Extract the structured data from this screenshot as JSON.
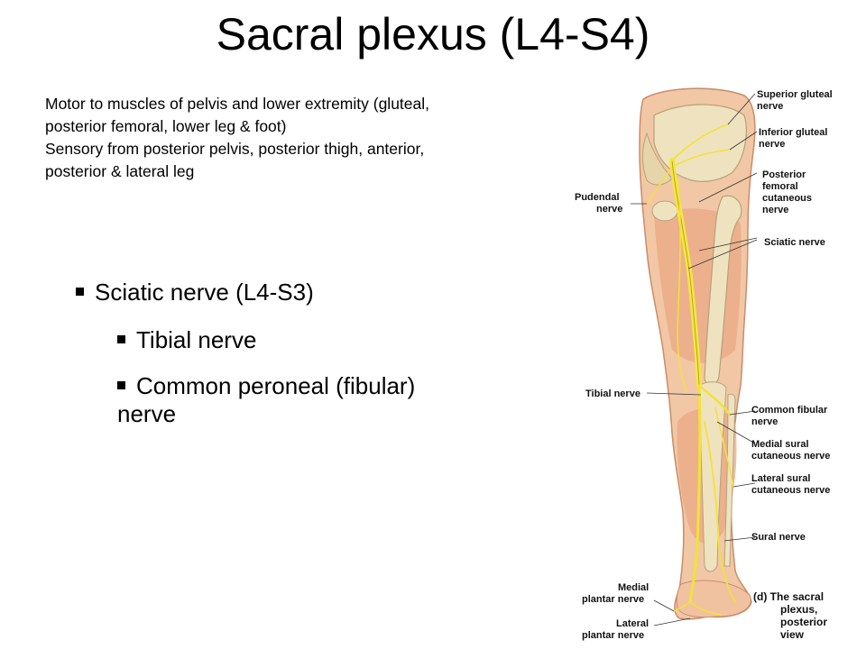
{
  "slide": {
    "title": "Sacral plexus (L4-S4)",
    "intro_lines": [
      "Motor to muscles of pelvis and lower extremity (gluteal,",
      "posterior femoral, lower leg & foot)",
      "Sensory from posterior pelvis, posterior thigh, anterior,",
      "posterior & lateral leg"
    ],
    "bullets": {
      "level1": "Sciatic nerve (L4-S3)",
      "level2": [
        "Tibial nerve",
        "Common peroneal (fibular)",
        "nerve"
      ]
    }
  },
  "figure": {
    "labels": {
      "superior_gluteal": [
        "Superior gluteal",
        "nerve"
      ],
      "inferior_gluteal": [
        "Inferior gluteal",
        "nerve"
      ],
      "posterior_femoral": [
        "Posterior",
        "femoral",
        "cutaneous",
        "nerve"
      ],
      "pudendal": [
        "Pudendal",
        "nerve"
      ],
      "sciatic": [
        "Sciatic nerve"
      ],
      "tibial": [
        "Tibial nerve"
      ],
      "common_fibular": [
        "Common fibular",
        "nerve"
      ],
      "medial_sural": [
        "Medial sural",
        "cutaneous nerve"
      ],
      "lateral_sural": [
        "Lateral sural",
        "cutaneous nerve"
      ],
      "sural": [
        "Sural nerve"
      ],
      "medial_plantar": [
        "Medial",
        "plantar nerve"
      ],
      "lateral_plantar": [
        "Lateral",
        "plantar nerve"
      ]
    },
    "caption": [
      "(d) The sacral",
      "plexus,",
      "posterior",
      "view"
    ],
    "colors": {
      "skin": "#f2c7a5",
      "muscle": "#e9a884",
      "bone": "#efe2bf",
      "nerve": "#f2e23a",
      "leader": "#333333"
    }
  }
}
